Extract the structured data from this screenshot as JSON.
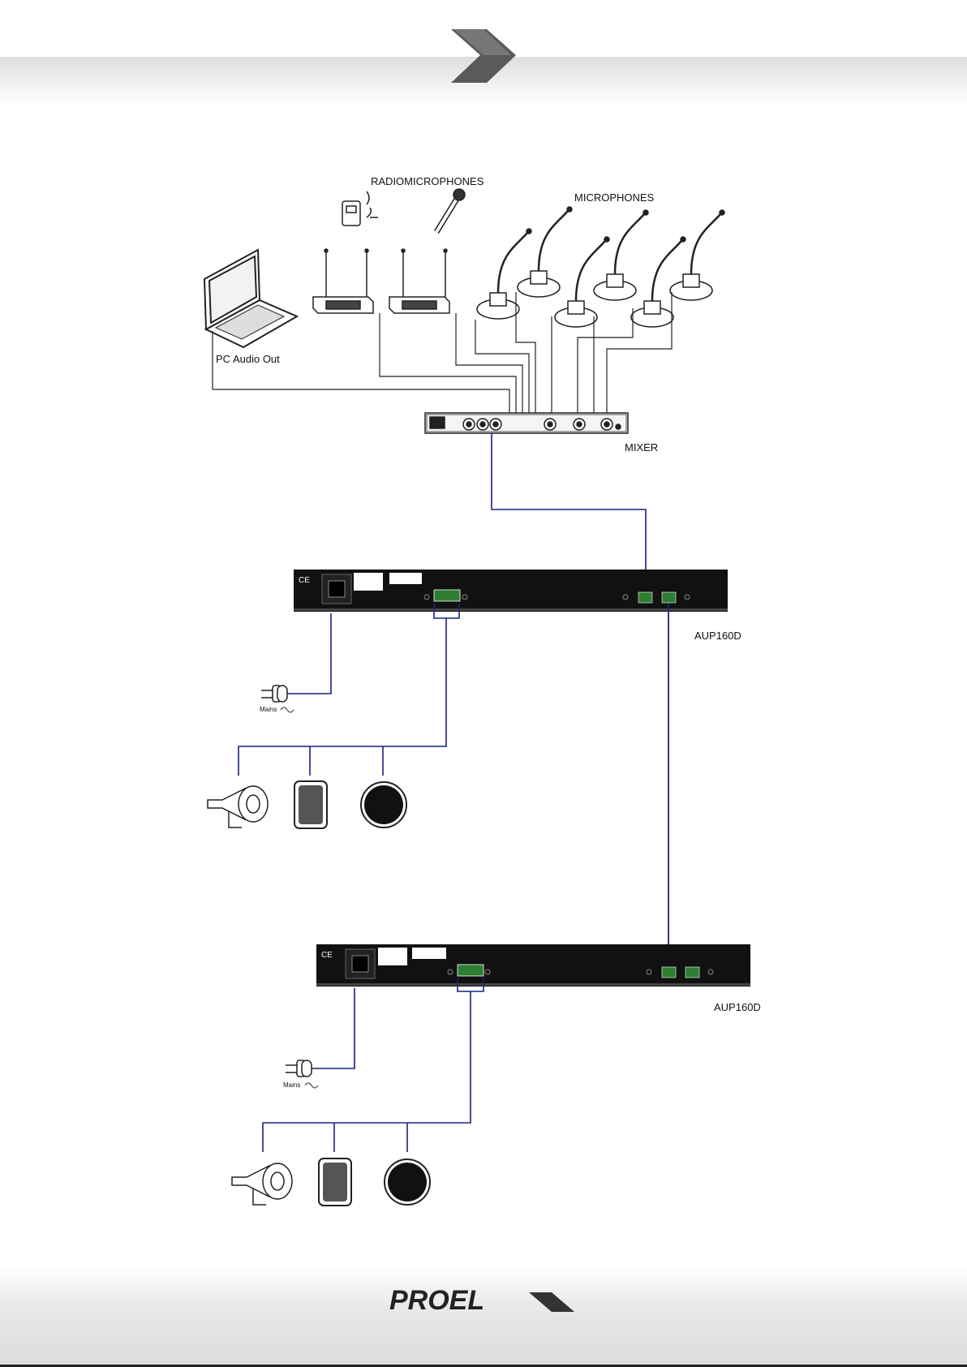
{
  "labels": {
    "radiomicrophones": "RADIOMICROPHONES",
    "microphones": "MICROPHONES",
    "pc_audio_out": "PC Audio Out",
    "mixer": "MIXER",
    "amp1": "AUP160D",
    "amp2": "AUP160D",
    "mains1": "Mains",
    "mains2": "Mains"
  },
  "brand": {
    "name": "PROEL"
  },
  "colors": {
    "signal_line": "#1a237e",
    "mic_line": "#222222",
    "device": "#111111"
  }
}
